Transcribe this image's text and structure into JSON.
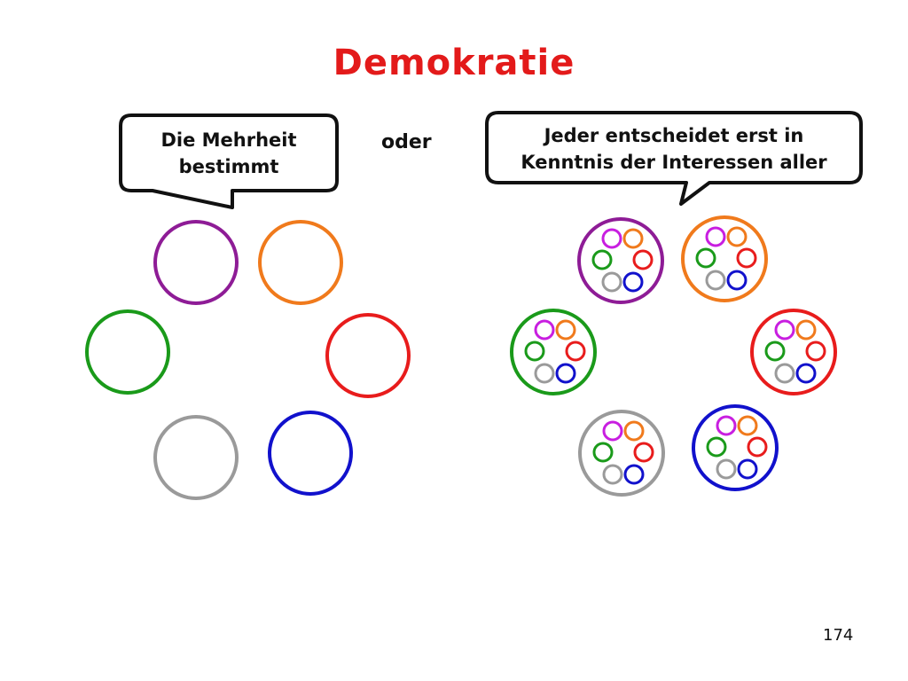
{
  "title": "Demokratie",
  "colors": {
    "title": "#e31a1a",
    "purple": "#8e1c96",
    "orange": "#f07a1c",
    "green": "#1a9a1a",
    "red": "#e81c1c",
    "gray": "#9a9a9a",
    "blue": "#1111cc",
    "mini_purple": "#c81ee0"
  },
  "left_bubble": {
    "line1": "Die Mehrheit",
    "line2": "bestimmt"
  },
  "connector": "oder",
  "right_bubble": {
    "line1": "Jeder entscheidet erst in",
    "line2": "Kenntnis der Interessen aller"
  },
  "page_number": "174"
}
